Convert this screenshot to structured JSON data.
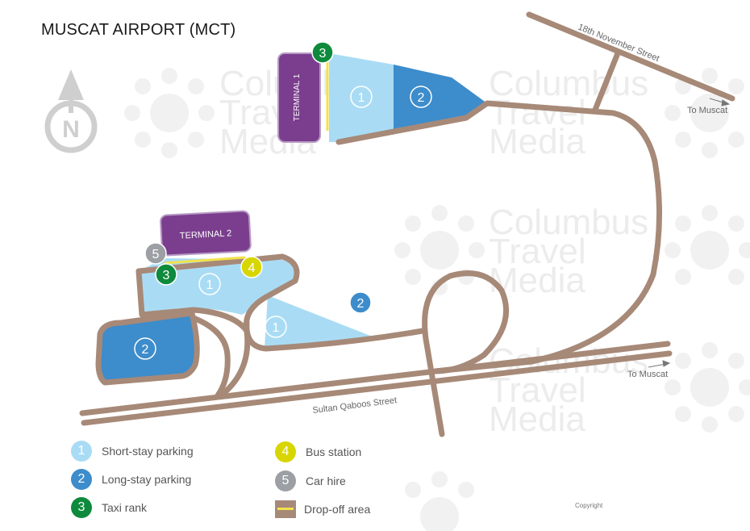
{
  "title": "MUSCAT AIRPORT (MCT)",
  "watermark": [
    "Columbus",
    "Travel",
    "Media"
  ],
  "compass": {
    "letter": "N"
  },
  "labels": {
    "terminal1": "TERMINAL 1",
    "terminal2": "TERMINAL 2",
    "street_18_november": "18th November Street",
    "street_sultan_qaboos": "Sultan Qaboos Street",
    "to_muscat_top": "To Muscat",
    "to_muscat_bottom": "To Muscat"
  },
  "markers": {
    "t1_taxi": "3",
    "t1_short": "1",
    "t1_long": "2",
    "t2_hire": "5",
    "t2_taxi": "3",
    "t2_bus": "4",
    "t2_short_a": "1",
    "t2_short_b": "1",
    "t2_long_a": "2",
    "t2_long_b": "2"
  },
  "legend": [
    {
      "num": "1",
      "label": "Short-stay parking",
      "kind": "short"
    },
    {
      "num": "2",
      "label": "Long-stay parking",
      "kind": "long"
    },
    {
      "num": "3",
      "label": "Taxi rank",
      "kind": "taxi"
    },
    {
      "num": "4",
      "label": "Bus station",
      "kind": "bus"
    },
    {
      "num": "5",
      "label": "Car hire",
      "kind": "hire"
    },
    {
      "num": "",
      "label": "Drop-off area",
      "kind": "dropoff"
    }
  ],
  "copyright": "Copyright",
  "colors": {
    "road": "#a78978",
    "short_stay": "#a9dcf4",
    "long_stay": "#3d8ccb",
    "terminal": "#7b3e8e",
    "taxi": "#0e8a3c",
    "bus": "#d8d600",
    "car_hire": "#9c9fa4",
    "dropoff": "#f2e24c"
  }
}
